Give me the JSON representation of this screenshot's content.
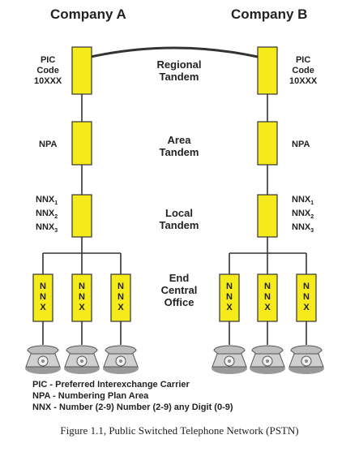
{
  "companies": {
    "a": "Company A",
    "b": "Company B"
  },
  "tiers": [
    {
      "line1": "Regional",
      "line2": "Tandem"
    },
    {
      "line1": "Area",
      "line2": "Tandem"
    },
    {
      "line1": "Local",
      "line2": "Tandem"
    },
    {
      "line1": "End",
      "line2": "Central",
      "line3": "Office"
    }
  ],
  "side_labels": {
    "pic": {
      "line1": "PIC",
      "line2": "Code",
      "line3": "10XXX"
    },
    "npa": "NPA",
    "nnx": {
      "base": "NNX",
      "subs": [
        "1",
        "2",
        "3"
      ]
    }
  },
  "office_box_text": [
    "N",
    "N",
    "X"
  ],
  "legend": [
    "PIC - Preferred Interexchange Carrier",
    "NPA - Numbering Plan Area",
    "NNX - Number (2-9) Number (2-9) any Digit (0-9)"
  ],
  "caption": "Figure 1.1, Public Switched Telephone Network (PSTN)",
  "colors": {
    "box_fill": "#f5ea1c",
    "line": "#333333",
    "phone": "#c8c8c8"
  }
}
